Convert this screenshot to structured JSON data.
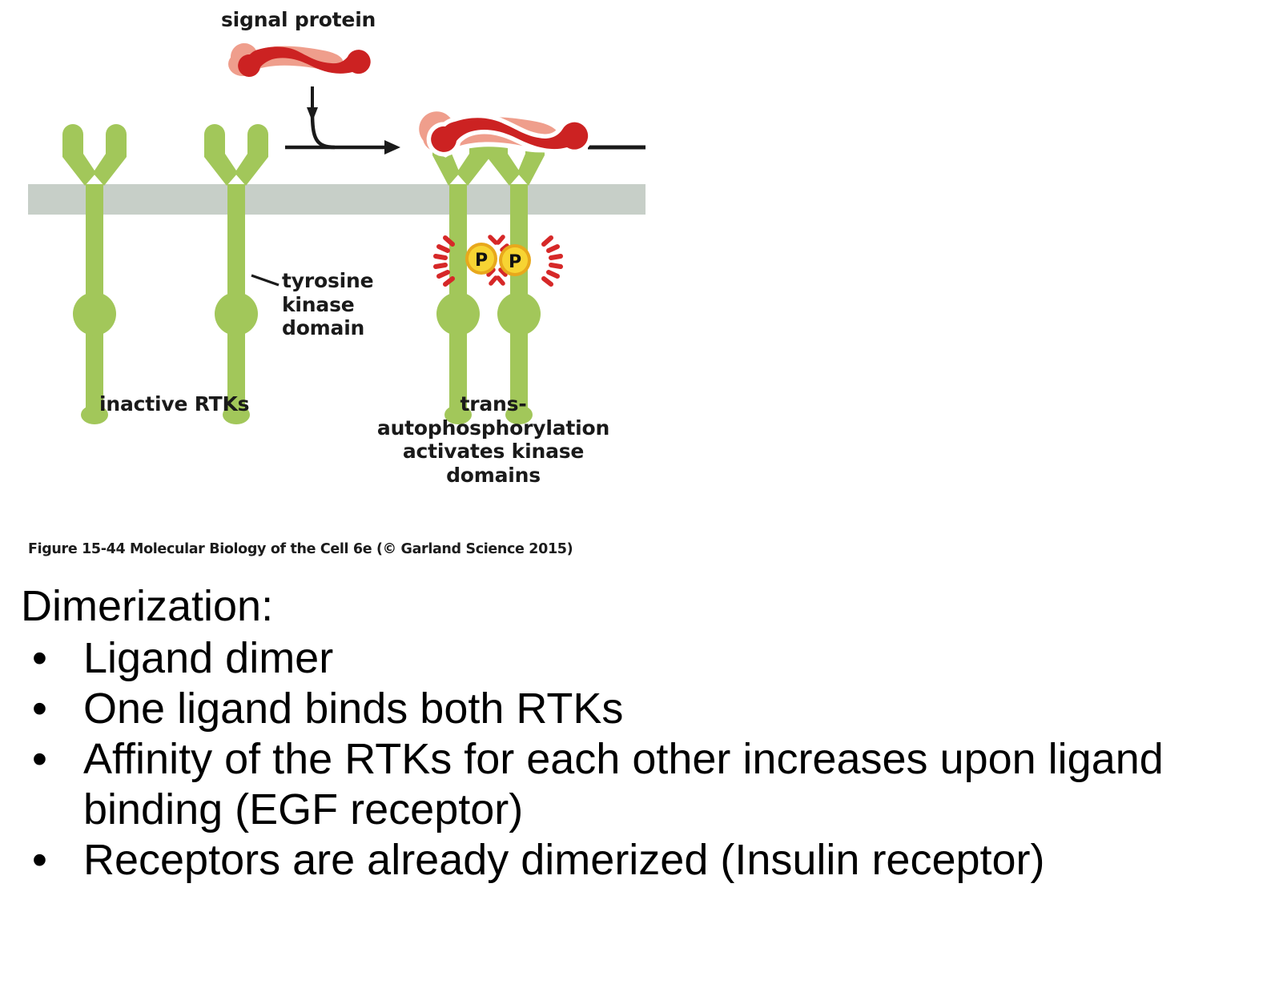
{
  "figure": {
    "labels": {
      "signal_protein": "signal protein",
      "tyrosine_kinase_domain": "tyrosine\nkinase\ndomain",
      "inactive_rtks": "inactive RTKs",
      "trans_autophosphorylation": "trans-\nautophosphorylation\nactivates kinase\ndomains"
    },
    "phosphate_markers": [
      "P",
      "P"
    ],
    "colors": {
      "receptor_green": "#a2c75a",
      "membrane_gray": "#c7cfc8",
      "ligand_dark_red": "#cc2222",
      "ligand_light_salmon": "#ef9e8c",
      "phosphate_yellow": "#f7d433",
      "phosphate_ring": "#e8a81c",
      "arrow_black": "#1a1a1a",
      "text_black": "#1a1a1a"
    }
  },
  "caption": {
    "text": "Figure 15-44  Molecular Biology of the Cell 6e (© Garland Science 2015)"
  },
  "body": {
    "title": "Dimerization:",
    "bullet_char": "•",
    "bullets": [
      "Ligand dimer",
      "One ligand binds both RTKs",
      "Affinity of the RTKs for each other increases upon ligand\nbinding (EGF receptor)",
      "Receptors are already dimerized (Insulin receptor)"
    ]
  }
}
